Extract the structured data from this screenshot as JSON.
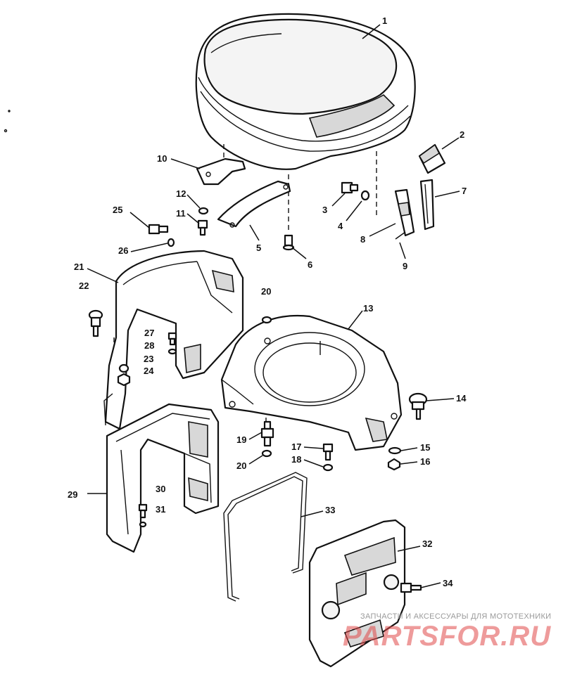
{
  "callouts": [
    "1",
    "2",
    "3",
    "4",
    "5",
    "6",
    "7",
    "8",
    "9",
    "10",
    "11",
    "12",
    "13",
    "14",
    "15",
    "16",
    "17",
    "18",
    "19",
    "20",
    "20",
    "21",
    "22",
    "23",
    "24",
    "25",
    "26",
    "27",
    "28",
    "29",
    "30",
    "31",
    "32",
    "33",
    "34"
  ],
  "watermark": {
    "caption": "ЗАПЧАСТИ И АКСЕССУАРЫ ДЛЯ МОТОТЕХНИКИ",
    "logo": "PARTSFOR.RU"
  }
}
